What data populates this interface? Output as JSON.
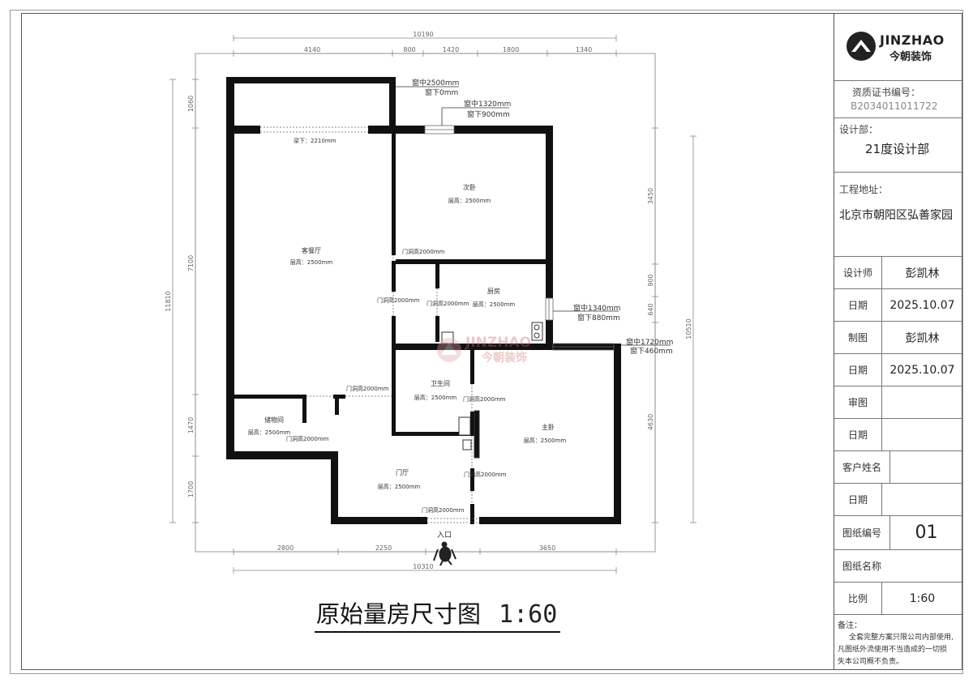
{
  "drawing_title": {
    "name": "原始量房尺寸图",
    "scale": "1:60"
  },
  "dimensions": {
    "top_total": "10190",
    "top_segments": [
      "4140",
      "800",
      "1420",
      "1800",
      "1340"
    ],
    "bottom_total": "10310",
    "bottom_segments": [
      "2800",
      "2250",
      "3650"
    ],
    "left_total": "11810",
    "left_segments": [
      "1060",
      "7100",
      "1470",
      "1700"
    ],
    "right_total": "10510",
    "right_segments": [
      "3450",
      "900",
      "640",
      "4630"
    ]
  },
  "rooms": {
    "living": {
      "name": "客餐厅",
      "height": "层高：2500mm"
    },
    "second_bedroom": {
      "name": "次卧",
      "height": "层高：2500mm"
    },
    "kitchen": {
      "name": "厨房",
      "height": "层高：2500mm"
    },
    "bathroom": {
      "name": "卫生间",
      "height": "层高：2500mm"
    },
    "master_bedroom": {
      "name": "主卧",
      "height": "层高：2500mm"
    },
    "storage": {
      "name": "储物间",
      "height": "层高：2500mm"
    },
    "foyer": {
      "name": "门厅",
      "height": "层高：2500mm"
    }
  },
  "annotations": {
    "win_top_left_1": "窗中2500mm",
    "win_top_left_2": "窗下0mm",
    "win_top_mid_1": "窗中1320mm",
    "win_top_mid_2": "窗下900mm",
    "beam": "梁下：2210mm",
    "win_kitchen_1": "窗中1340mm",
    "win_kitchen_2": "窗下880mm",
    "win_master_1": "窗中1720mm",
    "win_master_2": "窗下460mm",
    "door_second": "门洞高2000mm",
    "door_living_kitchen": "门洞高2000mm",
    "door_kitchen": "门洞高2000mm",
    "door_living_lower": "门洞高2000mm",
    "door_bath": "门洞高2000mm",
    "door_storage": "门洞高2000mm",
    "door_master": "门洞高2000mm",
    "door_entry": "门洞高2000mm",
    "entrance": "入口"
  },
  "watermark": {
    "latin": "JINZHAO",
    "cn": "今朝装饰"
  },
  "title_block": {
    "logo_latin": "JINZHAO",
    "logo_cn": "今朝装饰",
    "cert_label": "资质证书编号：",
    "cert_no": "B2034011011722",
    "dept_label": "设计部：",
    "dept_value": "21度设计部",
    "addr_label": "工程地址：",
    "addr_value": "北京市朝阳区弘善家园",
    "rows": [
      {
        "label": "设计师",
        "value": "彭凯林"
      },
      {
        "label": "日期",
        "value": "2025.10.07"
      },
      {
        "label": "制图",
        "value": "彭凯林"
      },
      {
        "label": "日期",
        "value": "2025.10.07"
      },
      {
        "label": "审图",
        "value": ""
      },
      {
        "label": "日期",
        "value": ""
      },
      {
        "label": "客户姓名",
        "value": ""
      },
      {
        "label": "日期",
        "value": ""
      },
      {
        "label": "图纸编号",
        "value": "01"
      },
      {
        "label": "图纸名称",
        "value": ""
      },
      {
        "label": "比例",
        "value": "1:60"
      }
    ],
    "note_label": "备注：",
    "note_text_1": "全套完整方案只限公司内部使用,",
    "note_text_2": "凡图纸外流使用不当造成的一切损",
    "note_text_3": "失本公司概不负责。"
  },
  "colors": {
    "wall": "#111111",
    "dim_line": "#888888",
    "watermark": "#c0392b"
  }
}
